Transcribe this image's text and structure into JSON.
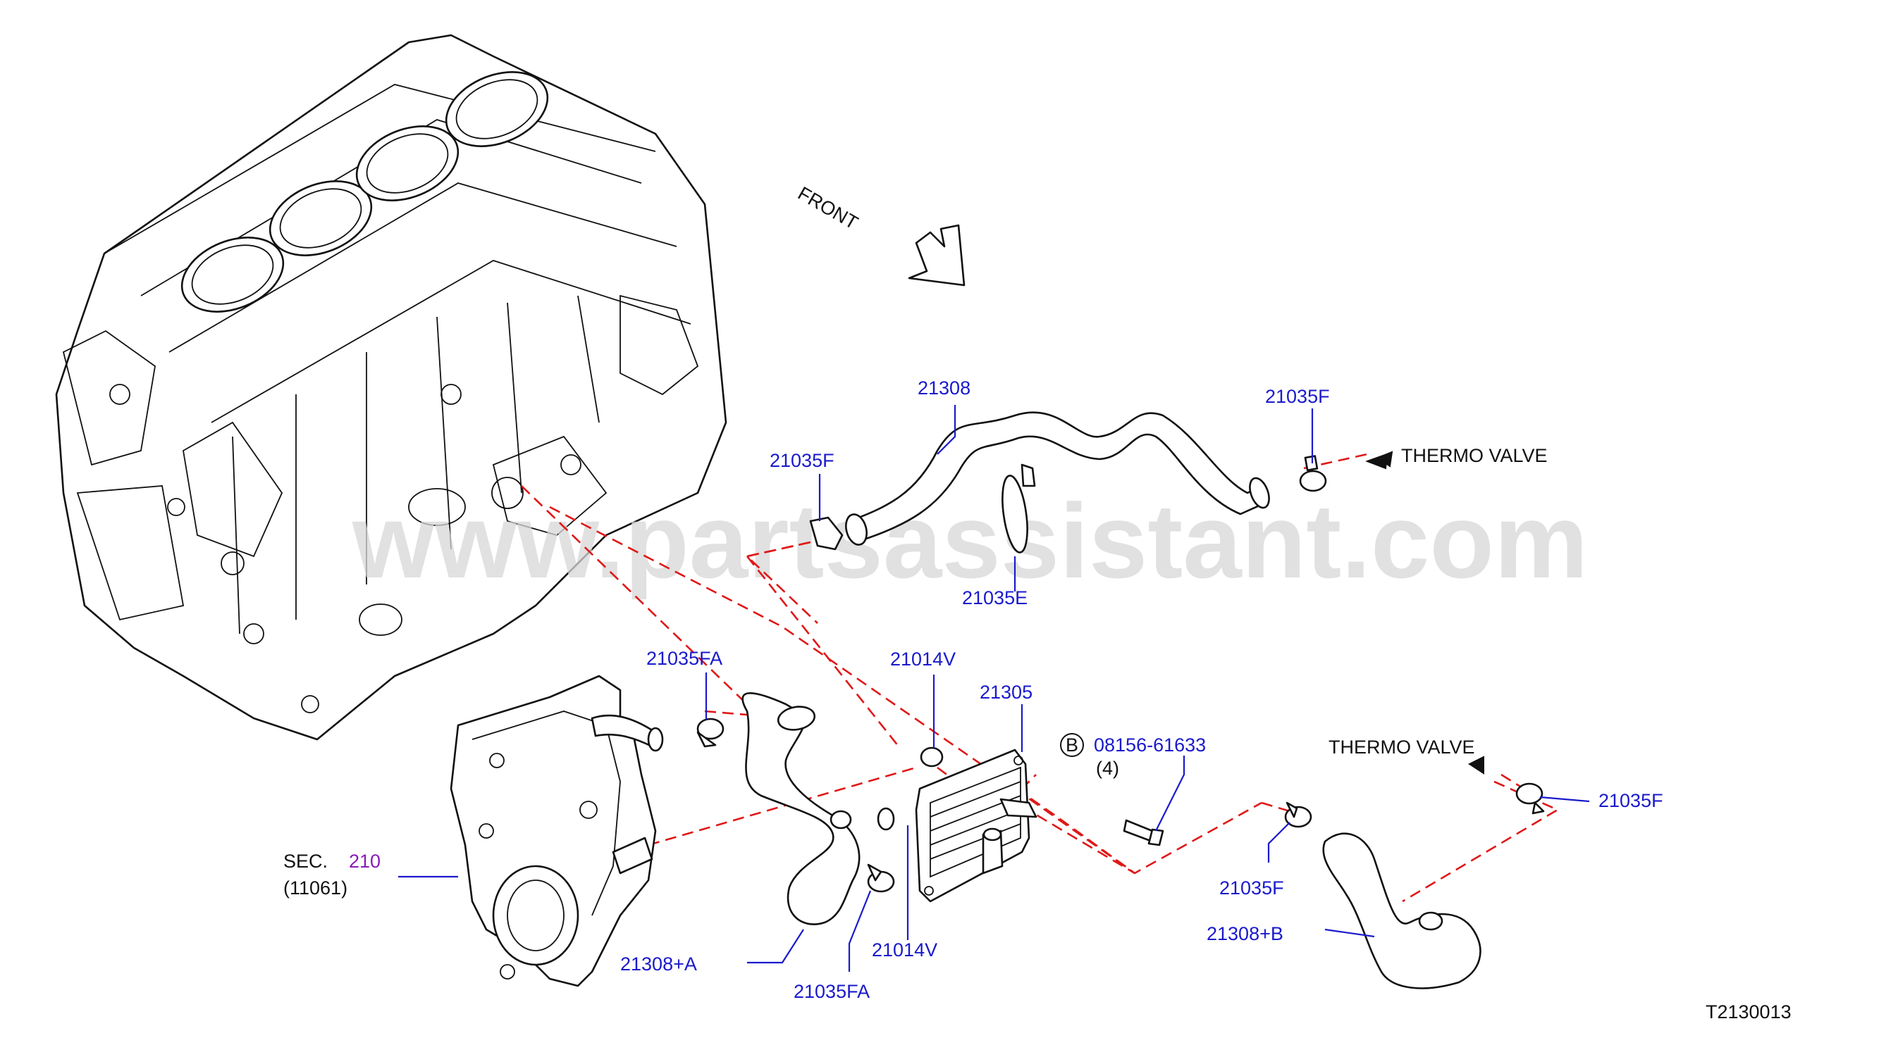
{
  "watermark": "www.partsassistant.com",
  "diagram_code": "T2130013",
  "front_indicator": {
    "text": "FRONT",
    "icon": "front-arrow-icon"
  },
  "callouts": {
    "hose_upper": "21308",
    "clamp_upper_left": "21035F",
    "clamp_upper_right": "21035F",
    "clamp_upper_mid": "21035E",
    "clamp_fa_top": "21035FA",
    "seal_top": "21014V",
    "oil_cooler": "21305",
    "bolt_marker": "B",
    "bolt_part": "08156-61633",
    "bolt_qty": "(4)",
    "section_prefix": "SEC.",
    "section_number": "210",
    "section_ref": "(11061)",
    "hose_a": "21308+A",
    "clamp_fa_bottom": "21035FA",
    "seal_bottom": "21014V",
    "clamp_lower_mid": "21035F",
    "hose_b": "21308+B",
    "clamp_lower_right": "21035F"
  },
  "destinations": {
    "upper": "THERMO  VALVE",
    "lower": "THERMO  VALVE"
  },
  "colors": {
    "callout_text": "#1a1acc",
    "flow_line": "#e01818",
    "section_number": "#8a1ab8",
    "line_art": "#111111",
    "watermark": "#d8d8d8"
  }
}
